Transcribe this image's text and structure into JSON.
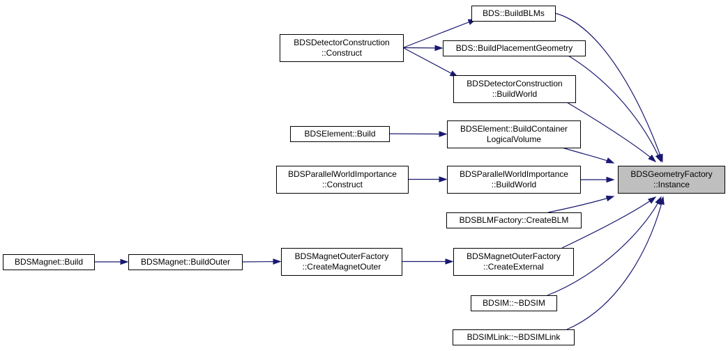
{
  "nodes": {
    "target": {
      "lines": [
        "BDSGeometryFactory",
        "::Instance"
      ]
    },
    "build_blms": {
      "lines": [
        "BDS::BuildBLMs"
      ]
    },
    "detector_construct": {
      "lines": [
        "BDSDetectorConstruction",
        "::Construct"
      ]
    },
    "build_placement": {
      "lines": [
        "BDS::BuildPlacementGeometry"
      ]
    },
    "detector_buildworld": {
      "lines": [
        "BDSDetectorConstruction",
        "::BuildWorld"
      ]
    },
    "element_build": {
      "lines": [
        "BDSElement::Build"
      ]
    },
    "element_buildcontainer": {
      "lines": [
        "BDSElement::BuildContainer",
        "LogicalVolume"
      ]
    },
    "pwi_construct": {
      "lines": [
        "BDSParallelWorldImportance",
        "::Construct"
      ]
    },
    "pwi_buildworld": {
      "lines": [
        "BDSParallelWorldImportance",
        "::BuildWorld"
      ]
    },
    "blm_create": {
      "lines": [
        "BDSBLMFactory::CreateBLM"
      ]
    },
    "magnet_build": {
      "lines": [
        "BDSMagnet::Build"
      ]
    },
    "magnet_buildouter": {
      "lines": [
        "BDSMagnet::BuildOuter"
      ]
    },
    "mof_createmagnetouter": {
      "lines": [
        "BDSMagnetOuterFactory",
        "::CreateMagnetOuter"
      ]
    },
    "mof_createexternal": {
      "lines": [
        "BDSMagnetOuterFactory",
        "::CreateExternal"
      ]
    },
    "bdsim_dtor": {
      "lines": [
        "BDSIM::~BDSIM"
      ]
    },
    "bdsimlink_dtor": {
      "lines": [
        "BDSIMLink::~BDSIMLink"
      ]
    }
  },
  "edges": [
    [
      "build_blms",
      "target"
    ],
    [
      "build_placement",
      "target"
    ],
    [
      "detector_buildworld",
      "target"
    ],
    [
      "element_buildcontainer",
      "target"
    ],
    [
      "pwi_buildworld",
      "target"
    ],
    [
      "blm_create",
      "target"
    ],
    [
      "mof_createexternal",
      "target"
    ],
    [
      "bdsim_dtor",
      "target"
    ],
    [
      "bdsimlink_dtor",
      "target"
    ],
    [
      "detector_construct",
      "build_blms"
    ],
    [
      "detector_construct",
      "build_placement"
    ],
    [
      "detector_construct",
      "detector_buildworld"
    ],
    [
      "element_build",
      "element_buildcontainer"
    ],
    [
      "pwi_construct",
      "pwi_buildworld"
    ],
    [
      "magnet_build",
      "magnet_buildouter"
    ],
    [
      "magnet_buildouter",
      "mof_createmagnetouter"
    ],
    [
      "mof_createmagnetouter",
      "mof_createexternal"
    ]
  ],
  "colors": {
    "edge": "#191970",
    "target_fill": "#bfbfbf",
    "node_fill": "#ffffff",
    "border": "#000000"
  }
}
